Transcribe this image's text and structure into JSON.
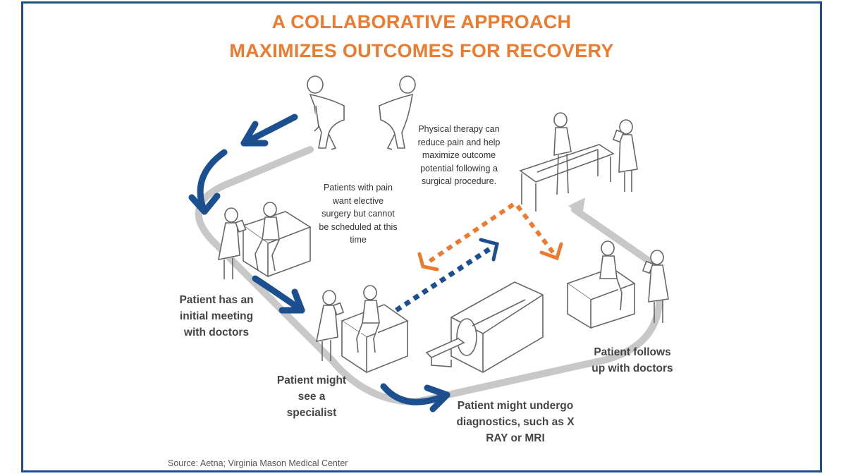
{
  "title": {
    "line1": "A COLLABORATIVE APPROACH",
    "line2": "MAXIMIZES OUTCOMES FOR RECOVERY"
  },
  "notes": {
    "pain_patients": "Patients with pain want elective surgery but cannot be scheduled at this time",
    "physical_therapy": "Physical therapy can reduce pain and help maximize outcome potential following a surgical procedure."
  },
  "steps": {
    "initial_meeting": "Patient has an initial meeting with doctors",
    "specialist": "Patient might see a specialist",
    "diagnostics": "Patient might undergo diagnostics, such as X RAY or MRI",
    "follow_up": "Patient follows up with doctors"
  },
  "source": "Source: Aetna; Virginia Mason Medical Center",
  "colors": {
    "title": "#ee7a2d",
    "accent_blue": "#1b4f8f",
    "orange_arrow": "#ee7a2d",
    "path_gray": "#c8c8c8",
    "frame": "#1f4e8c"
  }
}
